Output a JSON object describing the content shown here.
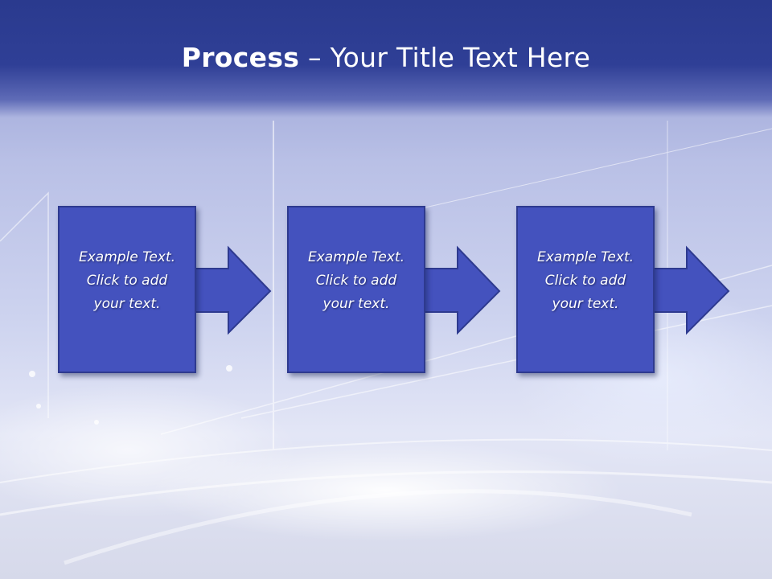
{
  "slide": {
    "title_bold": "Process",
    "title_rest": " – Your Title Text Here"
  },
  "steps": [
    {
      "text": "Example Text.\nClick  to add\nyour text."
    },
    {
      "text": "Example Text.\nClick  to add\nyour text."
    },
    {
      "text": "Example Text.\nClick  to add\nyour text."
    }
  ],
  "colors": {
    "title_band": "#2f3f96",
    "box_fill": "#4452be",
    "box_border": "#2e3a8f"
  }
}
